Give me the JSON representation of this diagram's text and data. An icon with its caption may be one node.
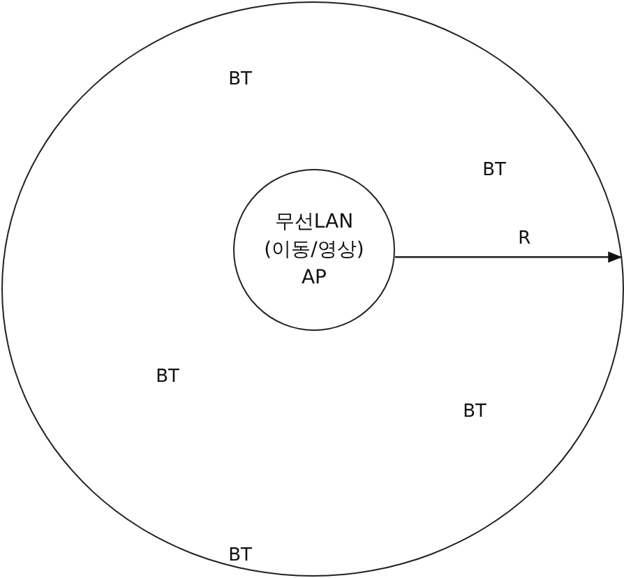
{
  "diagram": {
    "nodes": [
      {
        "text": [],
        "shape": "circle"
      },
      {
        "text": [
          "무선LAN (이동/영상) AP"
        ],
        "in": 0
      }
    ],
    "edges": [
      {
        "from": 1,
        "to": 0,
        "arrow": "to",
        "label": "R"
      }
    ],
    "labels": [
      "BT",
      "BT",
      "BT",
      "BT",
      "BT"
    ]
  }
}
